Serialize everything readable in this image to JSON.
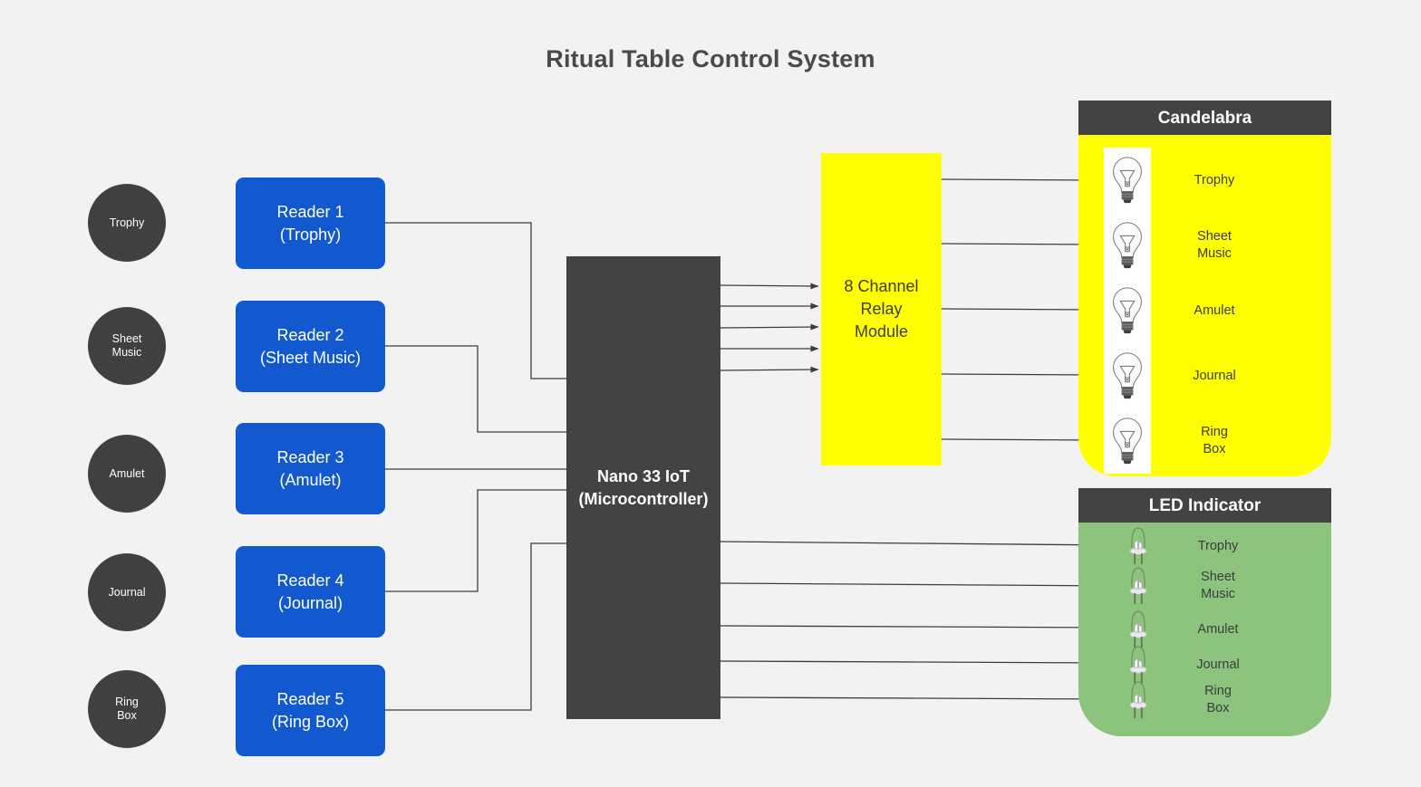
{
  "title": "Ritual Table Control System",
  "colors": {
    "background": "#f2f2f2",
    "tag_circle": "#404040",
    "reader_box": "#1259d0",
    "controller": "#434343",
    "relay": "#ffff00",
    "candelabra_body": "#ffff00",
    "led_body": "#8cc47d",
    "panel_header": "#434343",
    "wire": "#3c3c3c",
    "text_light": "#ffffff",
    "text_dark": "#3c3c3c",
    "title_text": "#4a4a4a"
  },
  "tags": [
    {
      "label": "Trophy"
    },
    {
      "label": "Sheet\nMusic"
    },
    {
      "label": "Amulet"
    },
    {
      "label": "Journal"
    },
    {
      "label": "Ring\nBox"
    }
  ],
  "readers": [
    {
      "line1": "Reader 1",
      "line2": "(Trophy)"
    },
    {
      "line1": "Reader 2",
      "line2": "(Sheet Music)"
    },
    {
      "line1": "Reader 3",
      "line2": "(Amulet)"
    },
    {
      "line1": "Reader 4",
      "line2": "(Journal)"
    },
    {
      "line1": "Reader 5",
      "line2": "(Ring Box)"
    }
  ],
  "controller": {
    "line1": "Nano 33 IoT",
    "line2": "(Microcontroller)"
  },
  "relay": {
    "line1": "8 Channel",
    "line2": "Relay",
    "line3": "Module"
  },
  "candelabra": {
    "header": "Candelabra",
    "items": [
      {
        "label": "Trophy",
        "icon": "light-bulb-icon"
      },
      {
        "label": "Sheet\nMusic",
        "icon": "light-bulb-icon"
      },
      {
        "label": "Amulet",
        "icon": "light-bulb-icon"
      },
      {
        "label": "Journal",
        "icon": "light-bulb-icon"
      },
      {
        "label": "Ring\nBox",
        "icon": "light-bulb-icon"
      }
    ]
  },
  "led_indicator": {
    "header": "LED Indicator",
    "items": [
      {
        "label": "Trophy",
        "icon": "led-icon"
      },
      {
        "label": "Sheet\nMusic",
        "icon": "led-icon"
      },
      {
        "label": "Amulet",
        "icon": "led-icon"
      },
      {
        "label": "Journal",
        "icon": "led-icon"
      },
      {
        "label": "Ring\nBox",
        "icon": "led-icon"
      }
    ]
  }
}
